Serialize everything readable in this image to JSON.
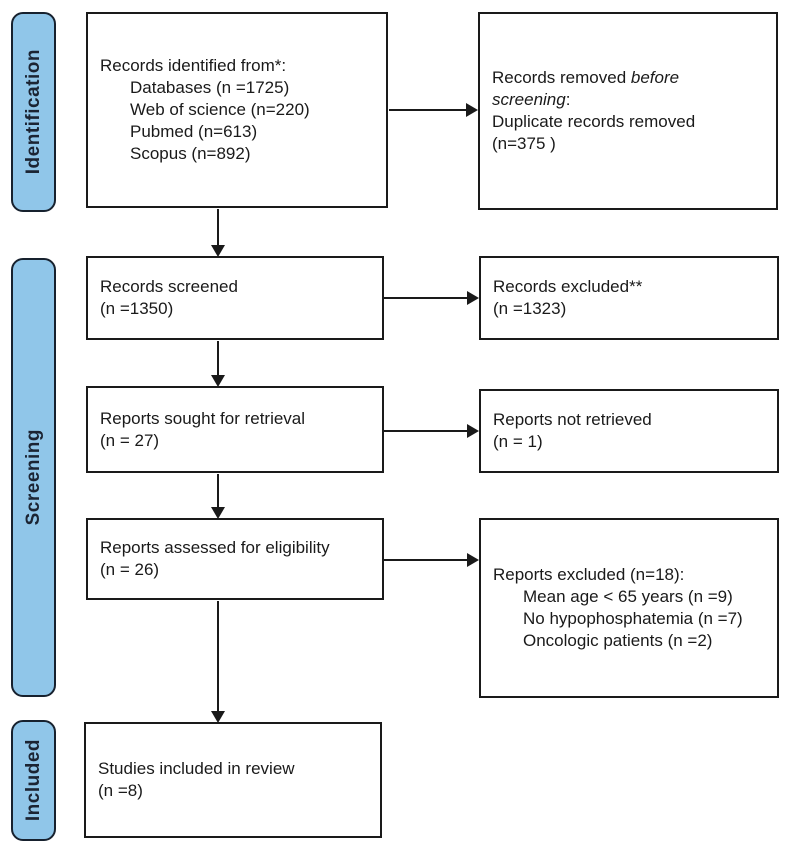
{
  "colors": {
    "stage_bar_fill": "#90C6E9",
    "stage_bar_border": "#17212e",
    "box_border": "#1a1a1a",
    "arrow": "#1a1a1a",
    "text": "#1a1a1a",
    "stage_label_text": "#1b2433",
    "background": "#ffffff"
  },
  "stage_labels": {
    "identification": "Identification",
    "screening": "Screening",
    "included": "Included"
  },
  "boxes": {
    "identified": {
      "title": "Records identified from*:",
      "items": [
        "Databases (n =1725)",
        "Web of science (n=220)",
        "Pubmed (n=613)",
        "Scopus (n=892)"
      ]
    },
    "removed": {
      "line1_normal": "Records removed ",
      "line1_italic": "before",
      "line2_italic": "screening",
      "line2_suffix": ":",
      "line3": "Duplicate records removed",
      "line4": "(n=375 )"
    },
    "screened": {
      "line1": "Records screened",
      "line2": "(n =1350)"
    },
    "records_excluded": {
      "line1": "Records excluded**",
      "line2": "(n =1323)"
    },
    "sought": {
      "line1": "Reports sought for retrieval",
      "line2": "(n = 27)"
    },
    "not_retrieved": {
      "line1": "Reports not retrieved",
      "line2": "(n = 1)"
    },
    "assessed": {
      "line1": "Reports assessed for eligibility",
      "line2": "(n = 26)"
    },
    "reports_excluded": {
      "title": "Reports excluded (n=18):",
      "items": [
        "Mean age < 65 years (n =9)",
        "No hypophosphatemia (n =7)",
        "Oncologic patients (n =2)"
      ]
    },
    "included_studies": {
      "line1": "Studies included in review",
      "line2": "(n =8)"
    }
  }
}
